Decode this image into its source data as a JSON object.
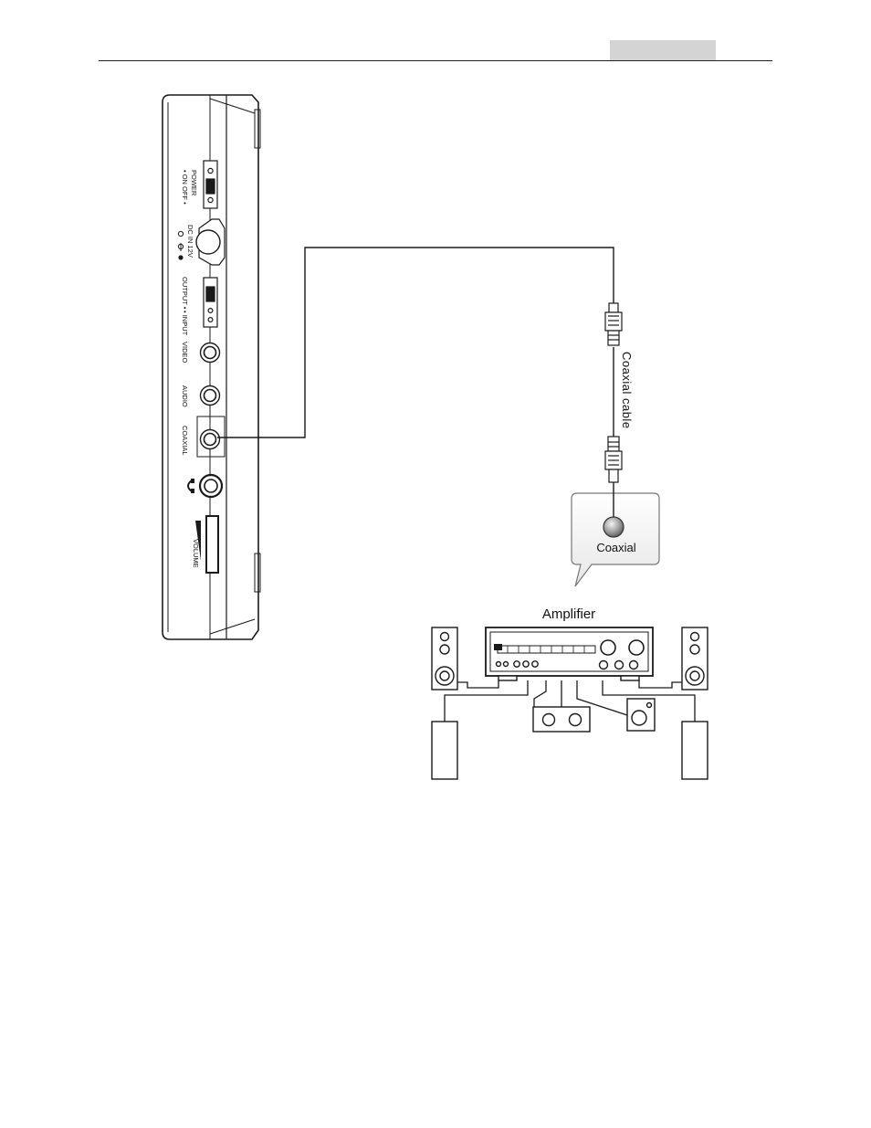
{
  "device": {
    "power_label": "POWER",
    "power_on": "• ON",
    "power_off": "OFF •",
    "dc_in": "DC IN 12V",
    "input_label": "• INPUT",
    "output_label": "OUTPUT •",
    "video_label": "VIDEO",
    "audio_label": "AUDIO",
    "coaxial_label": "COAXIAL",
    "volume_label": "VOLUME"
  },
  "cable": {
    "label": "Coaxial cable"
  },
  "callout": {
    "label": "Coaxial"
  },
  "amplifier": {
    "title": "Amplifier"
  },
  "colors": {
    "line": "#1a1a1a",
    "header_tab": "#d4d4d4"
  }
}
